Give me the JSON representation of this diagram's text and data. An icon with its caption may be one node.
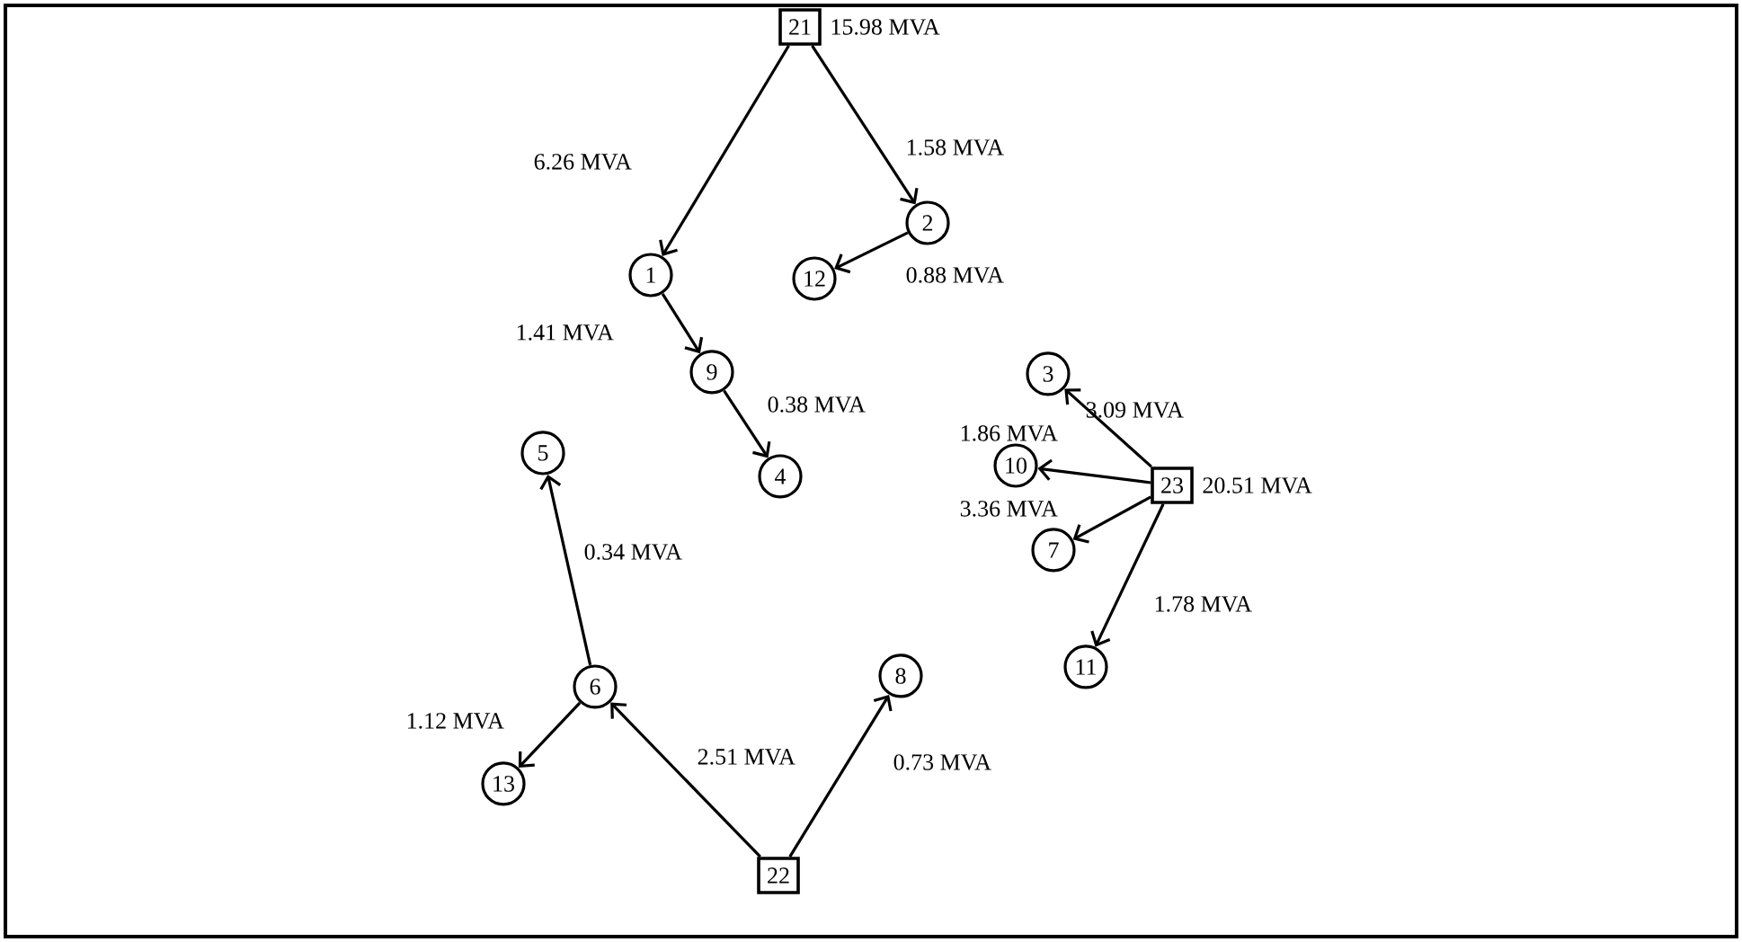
{
  "diagram": {
    "nodes": [
      {
        "text": [
          "21"
        ],
        "beside": [
          "15.98 MVA"
        ]
      },
      {
        "text": [
          "1"
        ]
      },
      {
        "text": [
          "2"
        ]
      },
      {
        "text": [
          "12"
        ]
      },
      {
        "text": [
          "9"
        ]
      },
      {
        "text": [
          "4"
        ]
      },
      {
        "text": [
          "5"
        ]
      },
      {
        "text": [
          "3"
        ]
      },
      {
        "text": [
          "10"
        ]
      },
      {
        "text": [
          "23"
        ],
        "beside": [
          "20.51 MVA"
        ]
      },
      {
        "text": [
          "7"
        ]
      },
      {
        "text": [
          "11"
        ]
      },
      {
        "text": [
          "6"
        ]
      },
      {
        "text": [
          "13"
        ]
      },
      {
        "text": [
          "8"
        ]
      },
      {
        "text": [
          "22"
        ]
      }
    ],
    "edges": [
      {
        "from": 0,
        "to": 1,
        "arrow": "to",
        "label": "6.26 MVA"
      },
      {
        "from": 0,
        "to": 2,
        "arrow": "to",
        "label": "1.58 MVA"
      },
      {
        "from": 2,
        "to": 3,
        "arrow": "to",
        "label": "0.88 MVA"
      },
      {
        "from": 1,
        "to": 4,
        "arrow": "to",
        "label": "1.41 MVA"
      },
      {
        "from": 4,
        "to": 5,
        "arrow": "to",
        "label": "0.38 MVA"
      },
      {
        "from": 9,
        "to": 7,
        "arrow": "to",
        "label": "3.09 MVA"
      },
      {
        "from": 9,
        "to": 8,
        "arrow": "to",
        "label": "1.86 MVA"
      },
      {
        "from": 9,
        "to": 10,
        "arrow": "to",
        "label": "3.36 MVA"
      },
      {
        "from": 9,
        "to": 11,
        "arrow": "to",
        "label": "1.78 MVA"
      },
      {
        "from": 12,
        "to": 6,
        "arrow": "to",
        "label": "0.34 MVA"
      },
      {
        "from": 12,
        "to": 13,
        "arrow": "to",
        "label": "1.12 MVA"
      },
      {
        "from": 15,
        "to": 12,
        "arrow": "to",
        "label": "2.51 MVA"
      },
      {
        "from": 15,
        "to": 14,
        "arrow": "to",
        "label": "0.73 MVA"
      }
    ]
  }
}
